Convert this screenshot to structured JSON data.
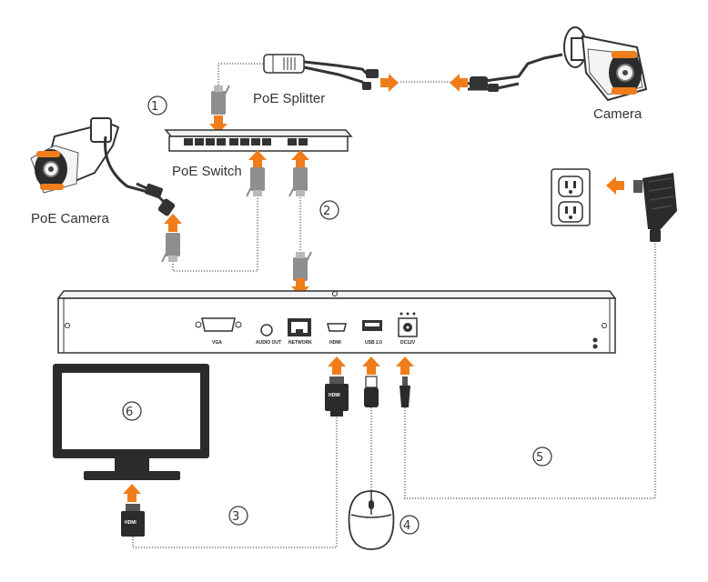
{
  "colors": {
    "accent": "#f07d1a",
    "dark": "#222222",
    "cable": "#9a9a9a"
  },
  "labels": {
    "poe_splitter": "PoE Splitter",
    "camera": "Camera",
    "poe_switch": "PoE Switch",
    "poe_camera": "PoE Camera"
  },
  "ports": {
    "vga": "VGA",
    "audio_out": "AUDIO OUT",
    "network": "NETWORK",
    "hdmi": "HDMI",
    "usb": "USB 2.0",
    "dc": "DC12V"
  },
  "plugs": {
    "hdmi_nvr": "HDMI",
    "hdmi_monitor": "HDMI"
  },
  "steps": [
    "①",
    "②",
    "③",
    "④",
    "⑤",
    "⑥"
  ]
}
